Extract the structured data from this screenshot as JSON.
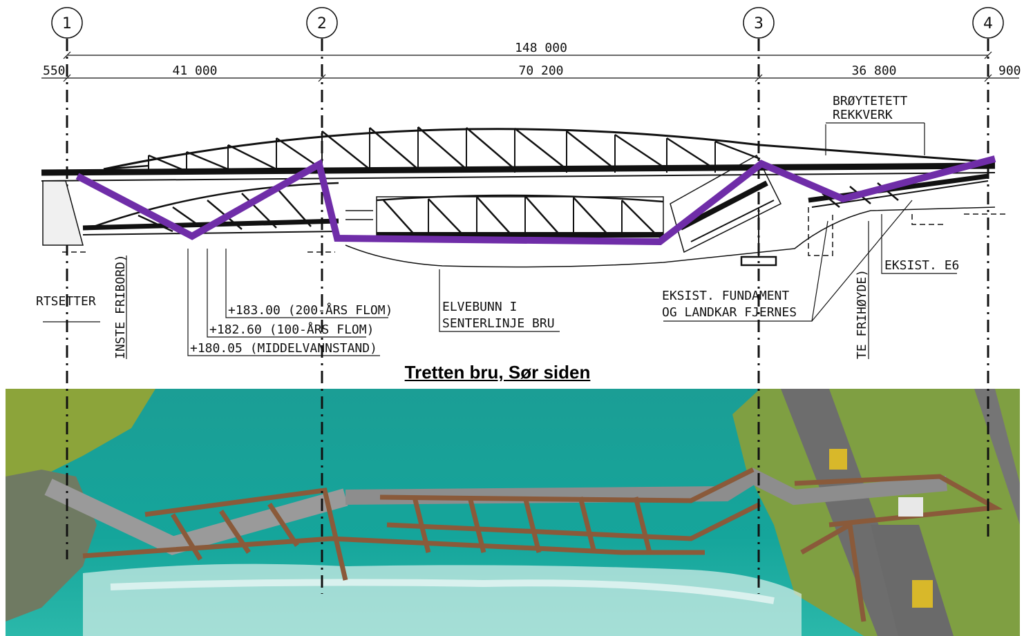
{
  "axes": [
    {
      "label": "1"
    },
    {
      "label": "2"
    },
    {
      "label": "3"
    },
    {
      "label": "4"
    }
  ],
  "dimensions": {
    "total": "148 000",
    "left_partial": "550",
    "span1": "41 000",
    "span2": "70 200",
    "span3": "36 800",
    "right_partial": "900"
  },
  "annotations": {
    "brøytetett_line1": "BRØYTETETT",
    "brøytetett_line2": "REKKVERK",
    "setter": "RTSETTER",
    "fribord": "INSTE FRIBORD)",
    "flom200": "+183.00 (200-ÅRS FLOM)",
    "flom100": "+182.60 (100-ÅRS FLOM)",
    "middelvann": "+180.05 (MIDDELVANNSTAND)",
    "elvebunn_line1": "ELVEBUNN I",
    "elvebunn_line2": "SENTERLINJE BRU",
    "fundament_line1": "EKSIST. FUNDAMENT",
    "fundament_line2": "OG LANDKAR FJERNES",
    "frihoyde": "TE FRIHØYDE)",
    "e6": "EKSIST. E6"
  },
  "caption": "Tretten bru, Sør siden",
  "colors": {
    "collapse_line": "#6f2da8",
    "water": "#1b9e95",
    "timber": "#8a5a3a",
    "grass": "#8ca43a"
  }
}
